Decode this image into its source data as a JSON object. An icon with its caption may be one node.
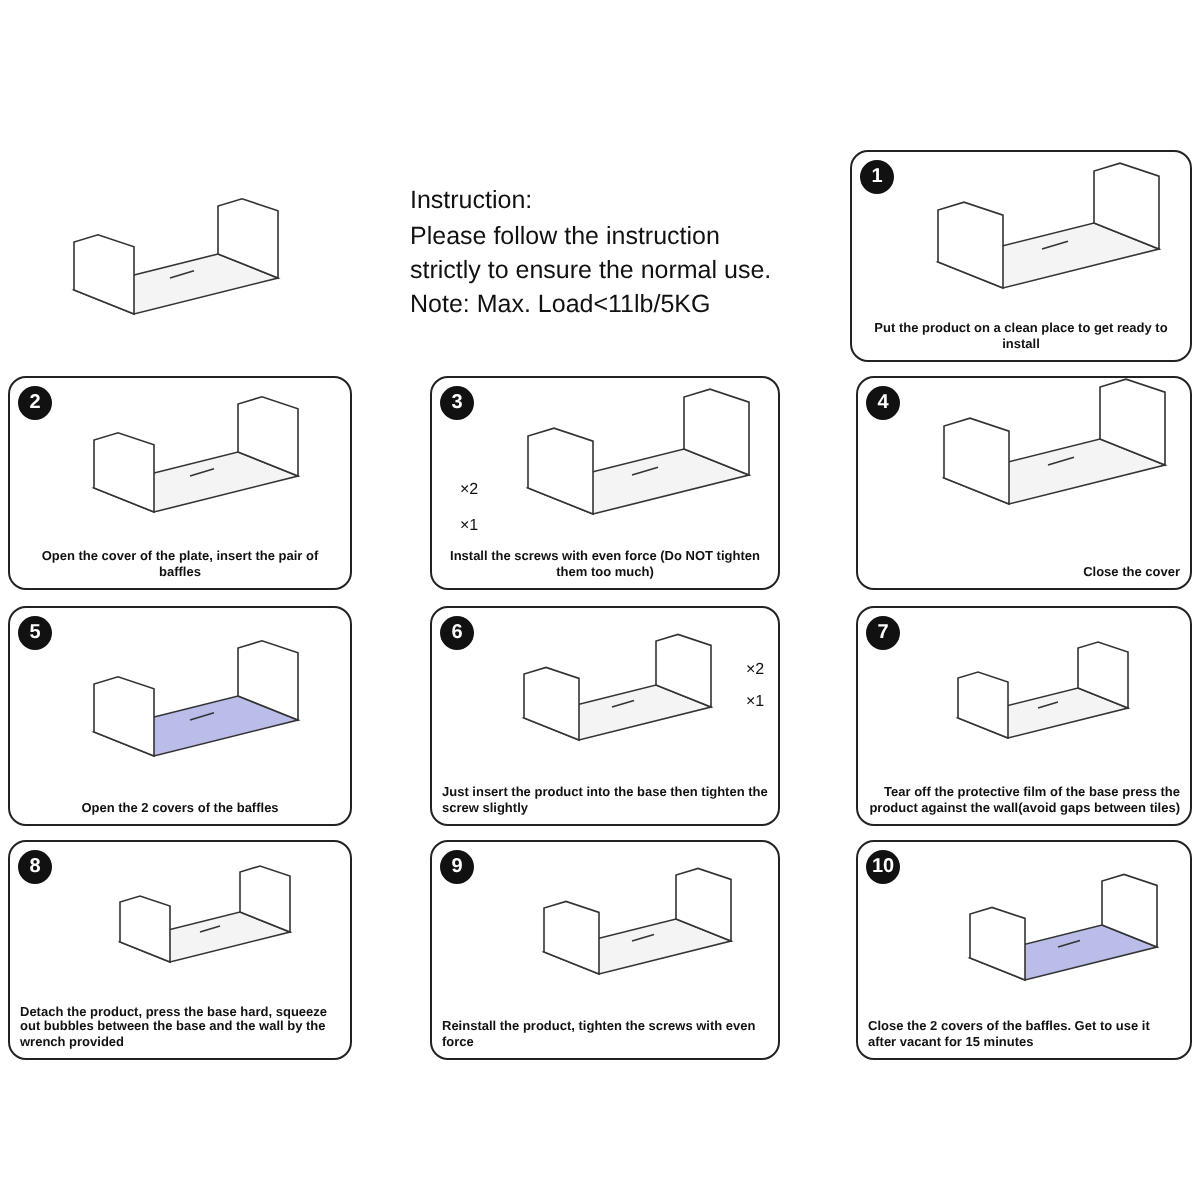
{
  "diagram": {
    "title": "Instruction:",
    "nodes": [
      {
        "text": [
          "1",
          "Put the product on a clean place to get ready to install"
        ]
      },
      {
        "text": [
          "2",
          "Open the cover of the plate, insert the pair of baffles"
        ]
      },
      {
        "text": [
          "3",
          "Install the screws with even force (Do NOT tighten them too much)"
        ]
      },
      {
        "text": [
          "4",
          "Close the cover"
        ]
      },
      {
        "text": [
          "5",
          "Open the 2 covers of the baffles"
        ]
      },
      {
        "text": [
          "6",
          "Just insert the product into the base then tighten the screw slightly"
        ]
      },
      {
        "text": [
          "7",
          "Tear off the protective film of the base press the product against the wall(avoid gaps between tiles)"
        ]
      },
      {
        "text": [
          "8",
          "Detach the product, press the base hard, squeeze out bubbles between the base and the wall by the wrench provided"
        ]
      },
      {
        "text": [
          "9",
          "Reinstall the product, tighten the screws with even force"
        ]
      },
      {
        "text": [
          "10",
          "Close the 2 covers of the baffles. Get to use it after vacant for 15 minutes"
        ]
      }
    ],
    "labels": [
      "Please follow the instruction",
      "strictly to ensure the normal use.",
      "Note: Max. Load<11lb/5KG",
      "×2",
      "×1",
      "×2",
      "×1"
    ]
  }
}
